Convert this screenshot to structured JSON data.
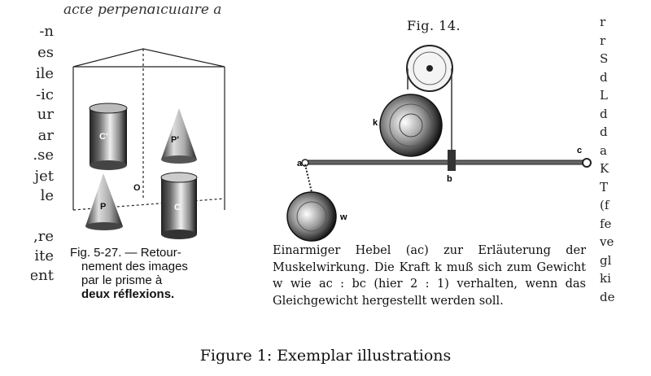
{
  "left_scan": {
    "top_cut_text": "acte perpendiculaire à",
    "margin_fragments": [
      "n-",
      "es",
      "ile",
      "ic-",
      "ur",
      "ar",
      "se.",
      "jet",
      "le",
      "re,",
      "ite",
      "ent"
    ],
    "figure_labels": [
      "C'",
      "P'",
      "O",
      "P",
      "C"
    ],
    "caption": {
      "figure_number": "Fig. 5-27. —",
      "line1": "Retour-",
      "line2": "nement des images",
      "line3": "par le prisme à",
      "line4": "deux réflexions."
    }
  },
  "right_scan": {
    "title": "Fig. 14.",
    "labels": {
      "a": "a",
      "b": "b",
      "c": "c",
      "k": "k",
      "w": "w"
    },
    "caption": "Einarmiger Hebel (ac) zur Erläuterung der Muskelwirkung. Die Kraft k muß sich zum Gewicht w wie ac : bc (hier 2 : 1) verhalten, wenn das Gleichgewicht hergestellt werden soll.",
    "margin_fragments": [
      "r",
      "r",
      "S",
      "d",
      "L",
      "d",
      "d",
      "a",
      "K",
      "T",
      "(f",
      "fe",
      "ve",
      "gl",
      "ki",
      "de"
    ]
  },
  "figure_caption": "Figure 1: Exemplar illustrations"
}
